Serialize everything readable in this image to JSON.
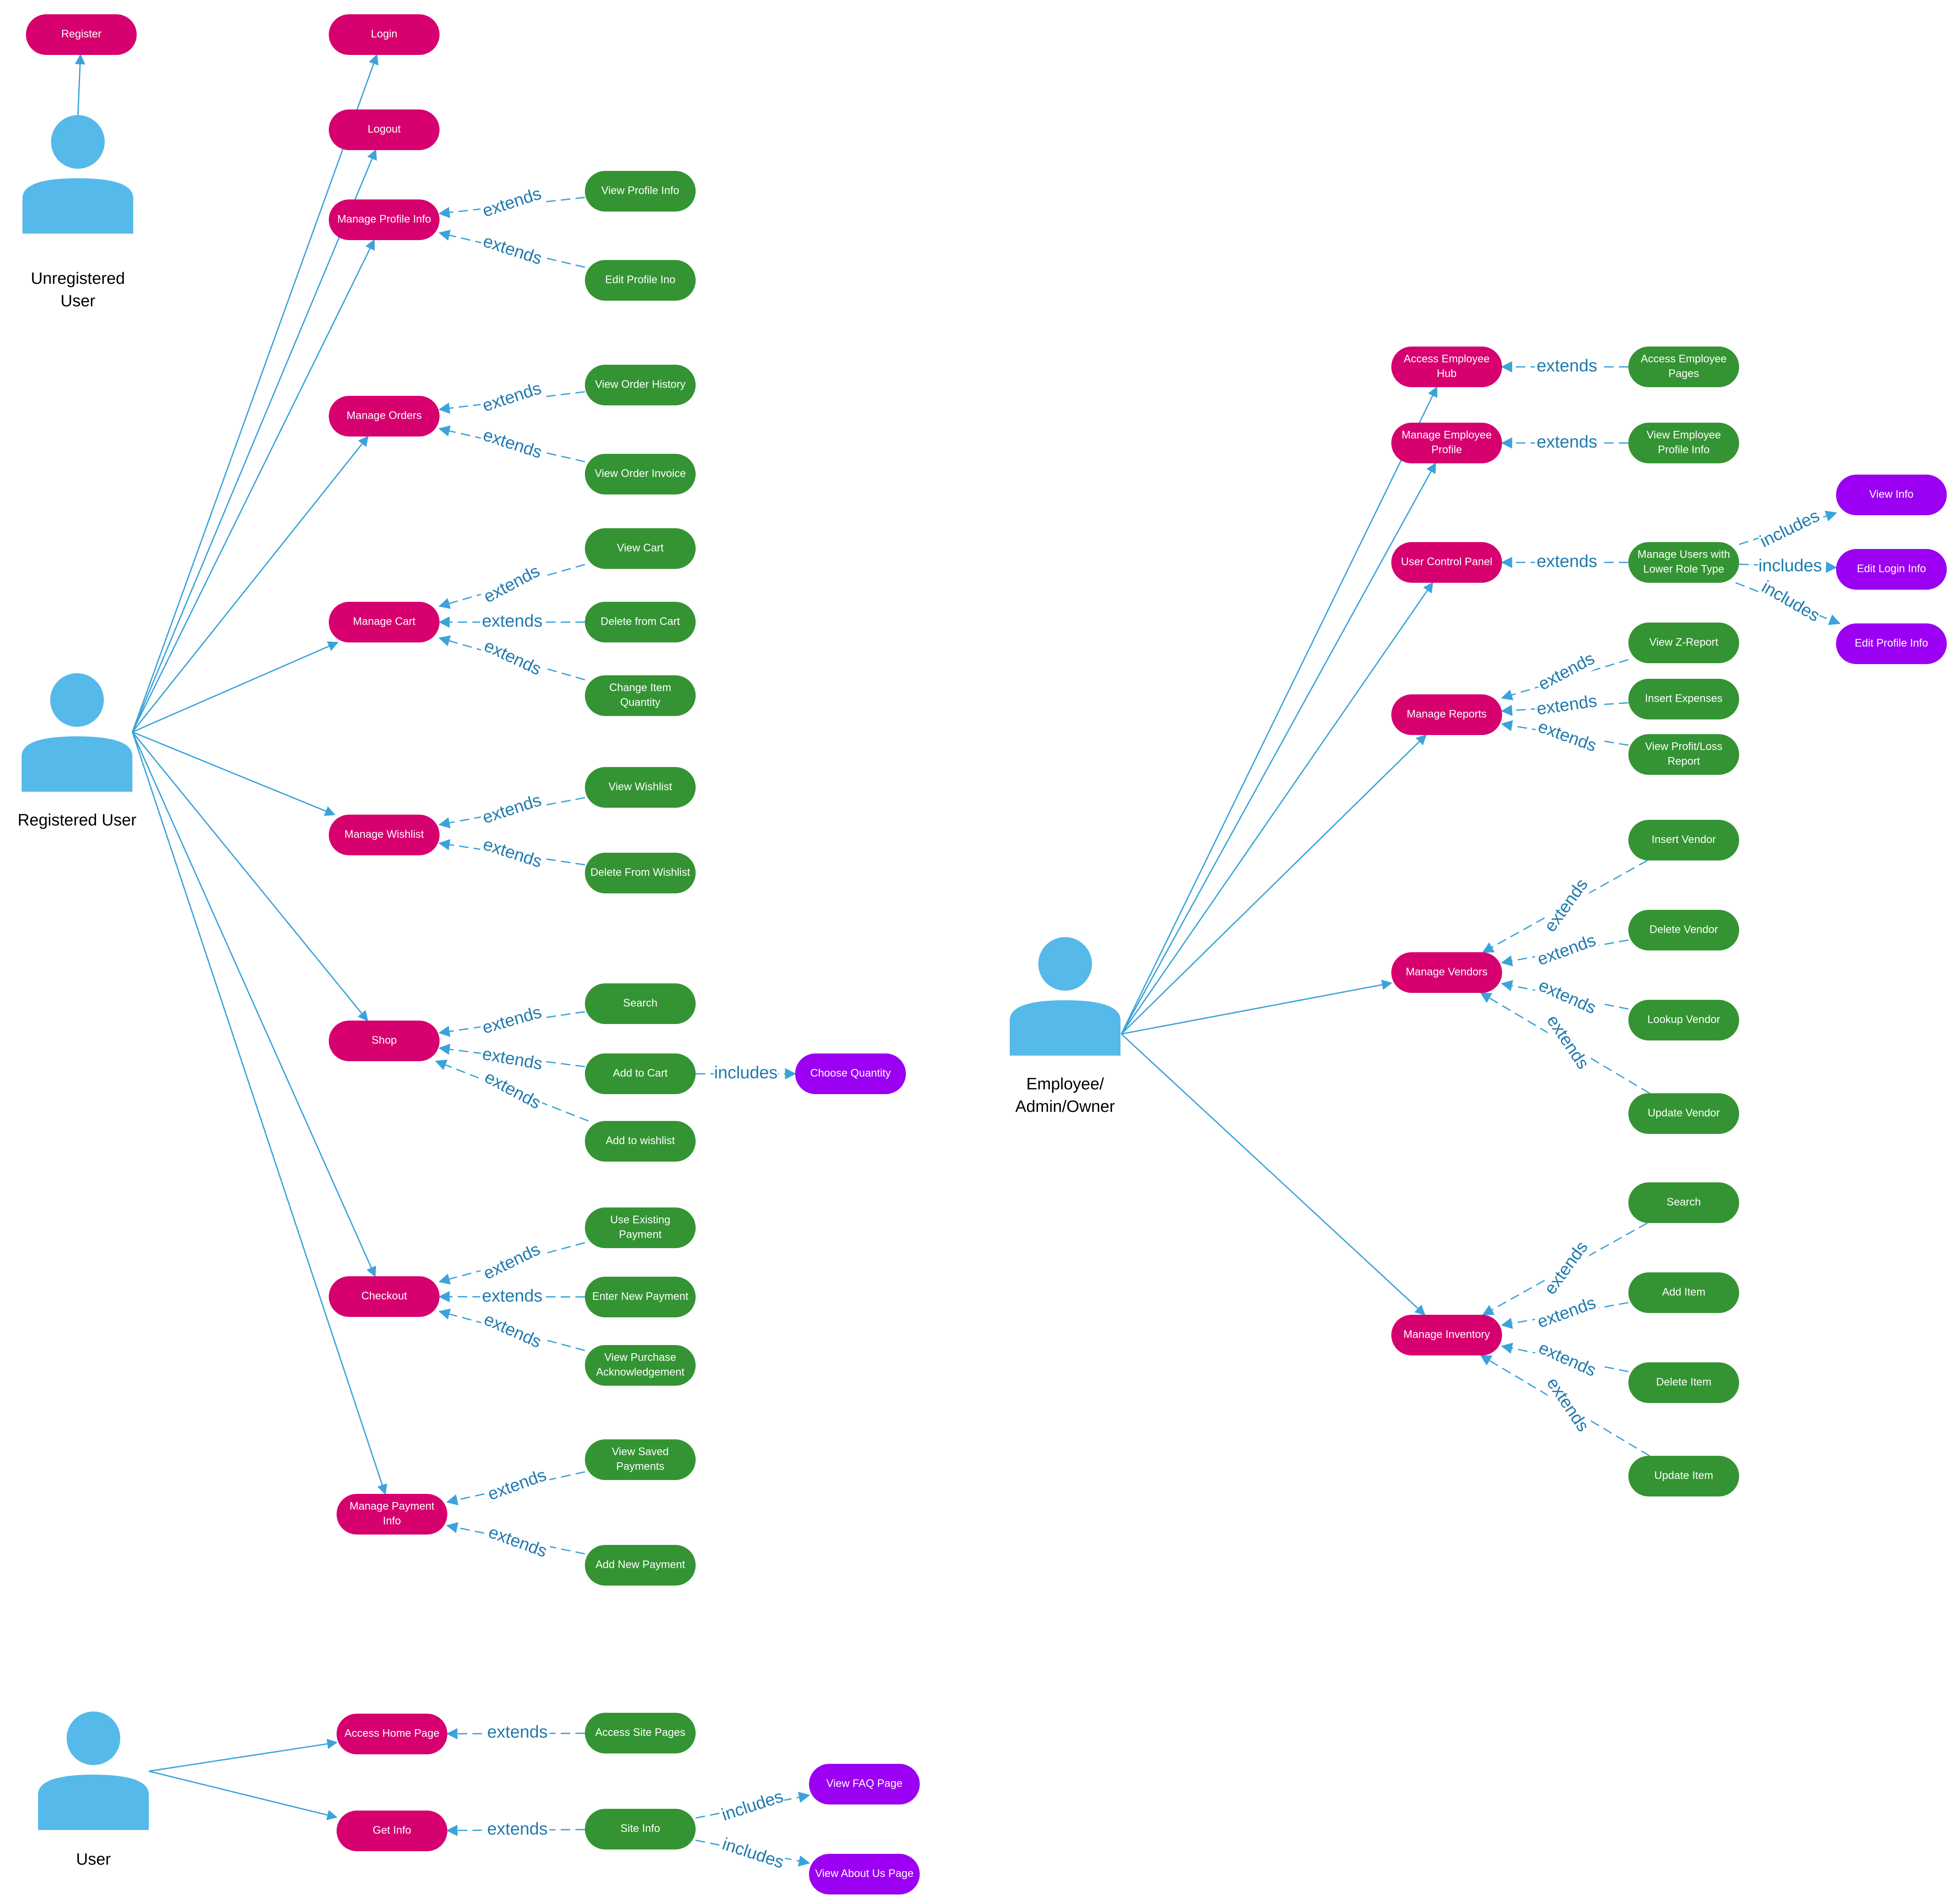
{
  "colors": {
    "primary_use_case": "#D6006F",
    "secondary_use_case": "#349433",
    "included_use_case": "#9B00F2",
    "actor": "#55B9EA",
    "association_line": "#3BA3DA",
    "relation_line": "#3BA3DA",
    "relation_label": "#1F7AAE",
    "node_text": "#FFFFFF",
    "actor_label": "#000000"
  },
  "actors": [
    {
      "id": "unregistered",
      "lines": [
        "Unregistered",
        "User"
      ]
    },
    {
      "id": "registered",
      "lines": [
        "Registered User"
      ]
    },
    {
      "id": "user",
      "lines": [
        "User"
      ]
    },
    {
      "id": "employee",
      "lines": [
        "Employee/",
        "Admin/Owner"
      ]
    }
  ],
  "nodes": [
    {
      "id": "register",
      "kind": "primary",
      "lines": [
        "Register"
      ]
    },
    {
      "id": "login",
      "kind": "primary",
      "lines": [
        "Login"
      ]
    },
    {
      "id": "logout",
      "kind": "primary",
      "lines": [
        "Logout"
      ]
    },
    {
      "id": "manage_profile",
      "kind": "primary",
      "lines": [
        "Manage Profile Info"
      ]
    },
    {
      "id": "view_profile",
      "kind": "secondary",
      "lines": [
        "View Profile Info"
      ]
    },
    {
      "id": "edit_profile",
      "kind": "secondary",
      "lines": [
        "Edit Profile Ino"
      ]
    },
    {
      "id": "manage_orders",
      "kind": "primary",
      "lines": [
        "Manage Orders"
      ]
    },
    {
      "id": "view_order_history",
      "kind": "secondary",
      "lines": [
        "View Order History"
      ]
    },
    {
      "id": "view_order_invoice",
      "kind": "secondary",
      "lines": [
        "View Order Invoice"
      ]
    },
    {
      "id": "manage_cart",
      "kind": "primary",
      "lines": [
        "Manage Cart"
      ]
    },
    {
      "id": "view_cart",
      "kind": "secondary",
      "lines": [
        "View Cart"
      ]
    },
    {
      "id": "delete_cart",
      "kind": "secondary",
      "lines": [
        "Delete from Cart"
      ]
    },
    {
      "id": "change_qty",
      "kind": "secondary",
      "lines": [
        "Change Item",
        "Quantity"
      ]
    },
    {
      "id": "manage_wishlist",
      "kind": "primary",
      "lines": [
        "Manage Wishlist"
      ]
    },
    {
      "id": "view_wishlist",
      "kind": "secondary",
      "lines": [
        "View Wishlist"
      ]
    },
    {
      "id": "delete_wishlist",
      "kind": "secondary",
      "lines": [
        "Delete From Wishlist"
      ]
    },
    {
      "id": "shop",
      "kind": "primary",
      "lines": [
        "Shop"
      ]
    },
    {
      "id": "search",
      "kind": "secondary",
      "lines": [
        "Search"
      ]
    },
    {
      "id": "add_cart",
      "kind": "secondary",
      "lines": [
        "Add to Cart"
      ]
    },
    {
      "id": "add_wishlist",
      "kind": "secondary",
      "lines": [
        "Add to wishlist"
      ]
    },
    {
      "id": "choose_qty",
      "kind": "included",
      "lines": [
        "Choose Quantity"
      ]
    },
    {
      "id": "checkout",
      "kind": "primary",
      "lines": [
        "Checkout"
      ]
    },
    {
      "id": "use_existing_payment",
      "kind": "secondary",
      "lines": [
        "Use Existing",
        "Payment"
      ]
    },
    {
      "id": "enter_new_payment",
      "kind": "secondary",
      "lines": [
        "Enter New Payment"
      ]
    },
    {
      "id": "view_purchase_ack",
      "kind": "secondary",
      "lines": [
        "View Purchase",
        "Acknowledgement"
      ]
    },
    {
      "id": "manage_payment",
      "kind": "primary",
      "lines": [
        "Manage Payment",
        "Info"
      ]
    },
    {
      "id": "view_saved_payments",
      "kind": "secondary",
      "lines": [
        "View Saved",
        "Payments"
      ]
    },
    {
      "id": "add_new_payment",
      "kind": "secondary",
      "lines": [
        "Add New Payment"
      ]
    },
    {
      "id": "access_home",
      "kind": "primary",
      "lines": [
        "Access Home Page"
      ]
    },
    {
      "id": "access_site_pages",
      "kind": "secondary",
      "lines": [
        "Access Site Pages"
      ]
    },
    {
      "id": "get_info",
      "kind": "primary",
      "lines": [
        "Get Info"
      ]
    },
    {
      "id": "site_info",
      "kind": "secondary",
      "lines": [
        "Site Info"
      ]
    },
    {
      "id": "view_faq",
      "kind": "included",
      "lines": [
        "View FAQ Page"
      ]
    },
    {
      "id": "view_about",
      "kind": "included",
      "lines": [
        "View About Us Page"
      ]
    },
    {
      "id": "access_employee_hub",
      "kind": "primary",
      "lines": [
        "Access Employee",
        "Hub"
      ]
    },
    {
      "id": "access_employee_pages",
      "kind": "secondary",
      "lines": [
        "Access Employee",
        "Pages"
      ]
    },
    {
      "id": "manage_employee_profile",
      "kind": "primary",
      "lines": [
        "Manage Employee",
        "Profile"
      ]
    },
    {
      "id": "view_employee_profile",
      "kind": "secondary",
      "lines": [
        "View Employee",
        "Profile Info"
      ]
    },
    {
      "id": "user_control_panel",
      "kind": "primary",
      "lines": [
        "User Control Panel"
      ]
    },
    {
      "id": "manage_users_lower",
      "kind": "secondary",
      "lines": [
        "Manage Users with",
        "Lower Role Type"
      ]
    },
    {
      "id": "view_info",
      "kind": "included",
      "lines": [
        "View Info"
      ]
    },
    {
      "id": "edit_login_info",
      "kind": "included",
      "lines": [
        "Edit Login Info"
      ]
    },
    {
      "id": "edit_profile_info_inc",
      "kind": "included",
      "lines": [
        "Edit Profile Info"
      ]
    },
    {
      "id": "manage_reports",
      "kind": "primary",
      "lines": [
        "Manage Reports"
      ]
    },
    {
      "id": "view_z_report",
      "kind": "secondary",
      "lines": [
        "View Z-Report"
      ]
    },
    {
      "id": "insert_expenses",
      "kind": "secondary",
      "lines": [
        "Insert Expenses"
      ]
    },
    {
      "id": "view_profit_loss",
      "kind": "secondary",
      "lines": [
        "View Profit/Loss",
        "Report"
      ]
    },
    {
      "id": "manage_vendors",
      "kind": "primary",
      "lines": [
        "Manage Vendors"
      ]
    },
    {
      "id": "insert_vendor",
      "kind": "secondary",
      "lines": [
        "Insert Vendor"
      ]
    },
    {
      "id": "delete_vendor",
      "kind": "secondary",
      "lines": [
        "Delete Vendor"
      ]
    },
    {
      "id": "lookup_vendor",
      "kind": "secondary",
      "lines": [
        "Lookup Vendor"
      ]
    },
    {
      "id": "update_vendor",
      "kind": "secondary",
      "lines": [
        "Update Vendor"
      ]
    },
    {
      "id": "manage_inventory",
      "kind": "primary",
      "lines": [
        "Manage Inventory"
      ]
    },
    {
      "id": "inv_search",
      "kind": "secondary",
      "lines": [
        "Search"
      ]
    },
    {
      "id": "add_item",
      "kind": "secondary",
      "lines": [
        "Add Item"
      ]
    },
    {
      "id": "delete_item",
      "kind": "secondary",
      "lines": [
        "Delete Item"
      ]
    },
    {
      "id": "update_item",
      "kind": "secondary",
      "lines": [
        "Update Item"
      ]
    }
  ],
  "associations": [
    {
      "from": "unregistered",
      "to": "register"
    },
    {
      "from": "registered",
      "to": "login"
    },
    {
      "from": "registered",
      "to": "logout"
    },
    {
      "from": "registered",
      "to": "manage_profile"
    },
    {
      "from": "registered",
      "to": "manage_orders"
    },
    {
      "from": "registered",
      "to": "manage_cart"
    },
    {
      "from": "registered",
      "to": "manage_wishlist"
    },
    {
      "from": "registered",
      "to": "shop"
    },
    {
      "from": "registered",
      "to": "checkout"
    },
    {
      "from": "registered",
      "to": "manage_payment"
    },
    {
      "from": "user",
      "to": "access_home"
    },
    {
      "from": "user",
      "to": "get_info"
    },
    {
      "from": "employee",
      "to": "access_employee_hub"
    },
    {
      "from": "employee",
      "to": "manage_employee_profile"
    },
    {
      "from": "employee",
      "to": "user_control_panel"
    },
    {
      "from": "employee",
      "to": "manage_reports"
    },
    {
      "from": "employee",
      "to": "manage_vendors"
    },
    {
      "from": "employee",
      "to": "manage_inventory"
    }
  ],
  "relations": [
    {
      "type": "extends",
      "label": "extends",
      "from": "view_profile",
      "to": "manage_profile"
    },
    {
      "type": "extends",
      "label": "extends",
      "from": "edit_profile",
      "to": "manage_profile"
    },
    {
      "type": "extends",
      "label": "extends",
      "from": "view_order_history",
      "to": "manage_orders"
    },
    {
      "type": "extends",
      "label": "extends",
      "from": "view_order_invoice",
      "to": "manage_orders"
    },
    {
      "type": "extends",
      "label": "extends",
      "from": "view_cart",
      "to": "manage_cart"
    },
    {
      "type": "extends",
      "label": "extends",
      "from": "delete_cart",
      "to": "manage_cart"
    },
    {
      "type": "extends",
      "label": "extends",
      "from": "change_qty",
      "to": "manage_cart"
    },
    {
      "type": "extends",
      "label": "extends",
      "from": "view_wishlist",
      "to": "manage_wishlist"
    },
    {
      "type": "extends",
      "label": "extends",
      "from": "delete_wishlist",
      "to": "manage_wishlist"
    },
    {
      "type": "extends",
      "label": "extends",
      "from": "search",
      "to": "shop"
    },
    {
      "type": "extends",
      "label": "extends",
      "from": "add_cart",
      "to": "shop"
    },
    {
      "type": "extends",
      "label": "extends",
      "from": "add_wishlist",
      "to": "shop"
    },
    {
      "type": "includes",
      "label": "includes",
      "from": "add_cart",
      "to": "choose_qty"
    },
    {
      "type": "extends",
      "label": "extends",
      "from": "use_existing_payment",
      "to": "checkout"
    },
    {
      "type": "extends",
      "label": "extends",
      "from": "enter_new_payment",
      "to": "checkout"
    },
    {
      "type": "extends",
      "label": "extends",
      "from": "view_purchase_ack",
      "to": "checkout"
    },
    {
      "type": "extends",
      "label": "extends",
      "from": "view_saved_payments",
      "to": "manage_payment"
    },
    {
      "type": "extends",
      "label": "extends",
      "from": "add_new_payment",
      "to": "manage_payment"
    },
    {
      "type": "extends",
      "label": "extends",
      "from": "access_site_pages",
      "to": "access_home"
    },
    {
      "type": "extends",
      "label": "extends",
      "from": "site_info",
      "to": "get_info"
    },
    {
      "type": "includes",
      "label": "includes",
      "from": "site_info",
      "to": "view_faq"
    },
    {
      "type": "includes",
      "label": "includes",
      "from": "site_info",
      "to": "view_about"
    },
    {
      "type": "extends",
      "label": "extends",
      "from": "access_employee_pages",
      "to": "access_employee_hub"
    },
    {
      "type": "extends",
      "label": "extends",
      "from": "view_employee_profile",
      "to": "manage_employee_profile"
    },
    {
      "type": "extends",
      "label": "extends",
      "from": "manage_users_lower",
      "to": "user_control_panel"
    },
    {
      "type": "includes",
      "label": "includes",
      "from": "manage_users_lower",
      "to": "view_info"
    },
    {
      "type": "includes",
      "label": "includes",
      "from": "manage_users_lower",
      "to": "edit_login_info"
    },
    {
      "type": "includes",
      "label": "includes",
      "from": "manage_users_lower",
      "to": "edit_profile_info_inc"
    },
    {
      "type": "extends",
      "label": "extends",
      "from": "view_z_report",
      "to": "manage_reports"
    },
    {
      "type": "extends",
      "label": "extends",
      "from": "insert_expenses",
      "to": "manage_reports"
    },
    {
      "type": "extends",
      "label": "extends",
      "from": "view_profit_loss",
      "to": "manage_reports"
    },
    {
      "type": "extends",
      "label": "extends",
      "from": "insert_vendor",
      "to": "manage_vendors"
    },
    {
      "type": "extends",
      "label": "extends",
      "from": "delete_vendor",
      "to": "manage_vendors"
    },
    {
      "type": "extends",
      "label": "extends",
      "from": "lookup_vendor",
      "to": "manage_vendors"
    },
    {
      "type": "extends",
      "label": "extends",
      "from": "update_vendor",
      "to": "manage_vendors"
    },
    {
      "type": "extends",
      "label": "extends",
      "from": "inv_search",
      "to": "manage_inventory"
    },
    {
      "type": "extends",
      "label": "extends",
      "from": "add_item",
      "to": "manage_inventory"
    },
    {
      "type": "extends",
      "label": "extends",
      "from": "delete_item",
      "to": "manage_inventory"
    },
    {
      "type": "extends",
      "label": "extends",
      "from": "update_item",
      "to": "manage_inventory"
    }
  ]
}
